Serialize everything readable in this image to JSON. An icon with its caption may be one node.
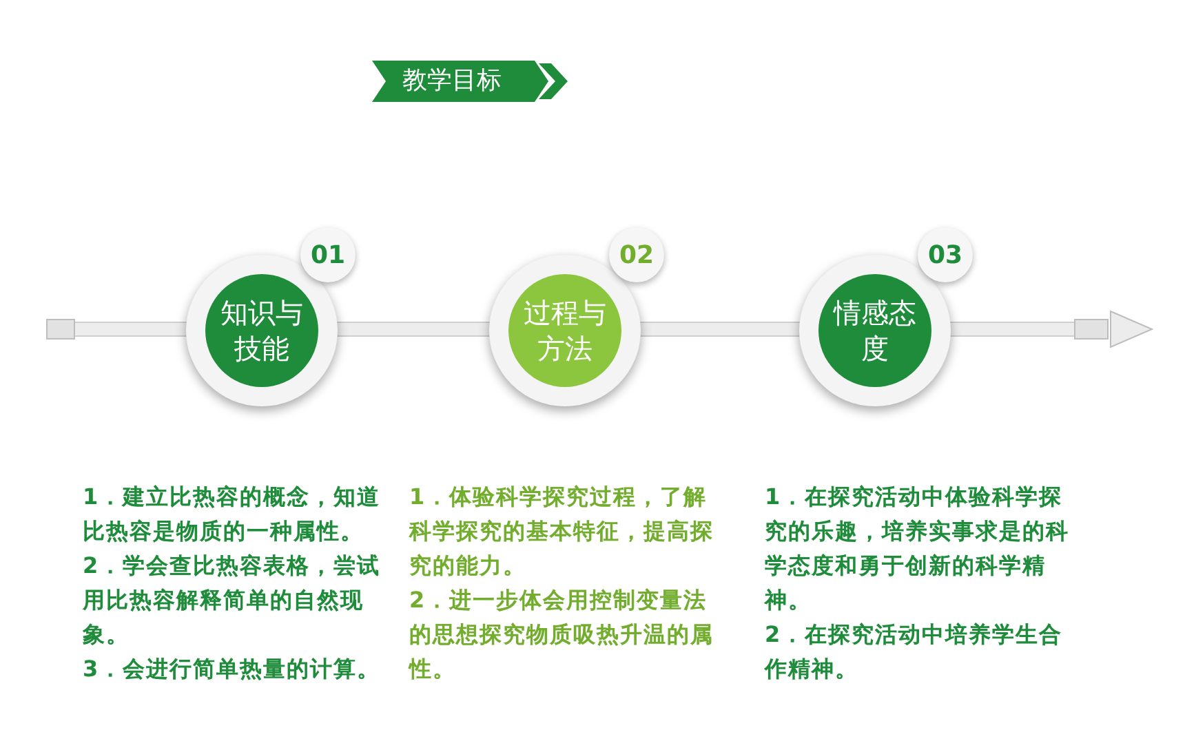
{
  "diagram": {
    "title": "教学目标",
    "nodes": [
      {
        "text": [
          "知识与技能"
        ],
        "beside": [
          "1．建立比热容的概念，知道比热容是物质的一种属性。",
          "2．学会查比热容表格，尝试用比热容解释简单的自然现象。",
          "3．会进行简单热量的计算。"
        ]
      },
      {
        "text": [
          "过程与方法"
        ],
        "beside": [
          "1．体验科学探究过程，了解科学探究的基本特征，提高探究的能力。",
          "2．进一步体会用控制变量法的思想探究物质吸热升温的属性。"
        ]
      },
      {
        "text": [
          "情感态度"
        ],
        "beside": [
          "1．在探究活动中体验科学探究的乐趣，培养实事求是的科学态度和勇于创新的科学精神。",
          "2．在探究活动中培养学生合作精神。"
        ]
      },
      {
        "text": [
          "01"
        ]
      },
      {
        "text": [
          "02"
        ]
      },
      {
        "text": [
          "03"
        ]
      }
    ],
    "edges": []
  }
}
